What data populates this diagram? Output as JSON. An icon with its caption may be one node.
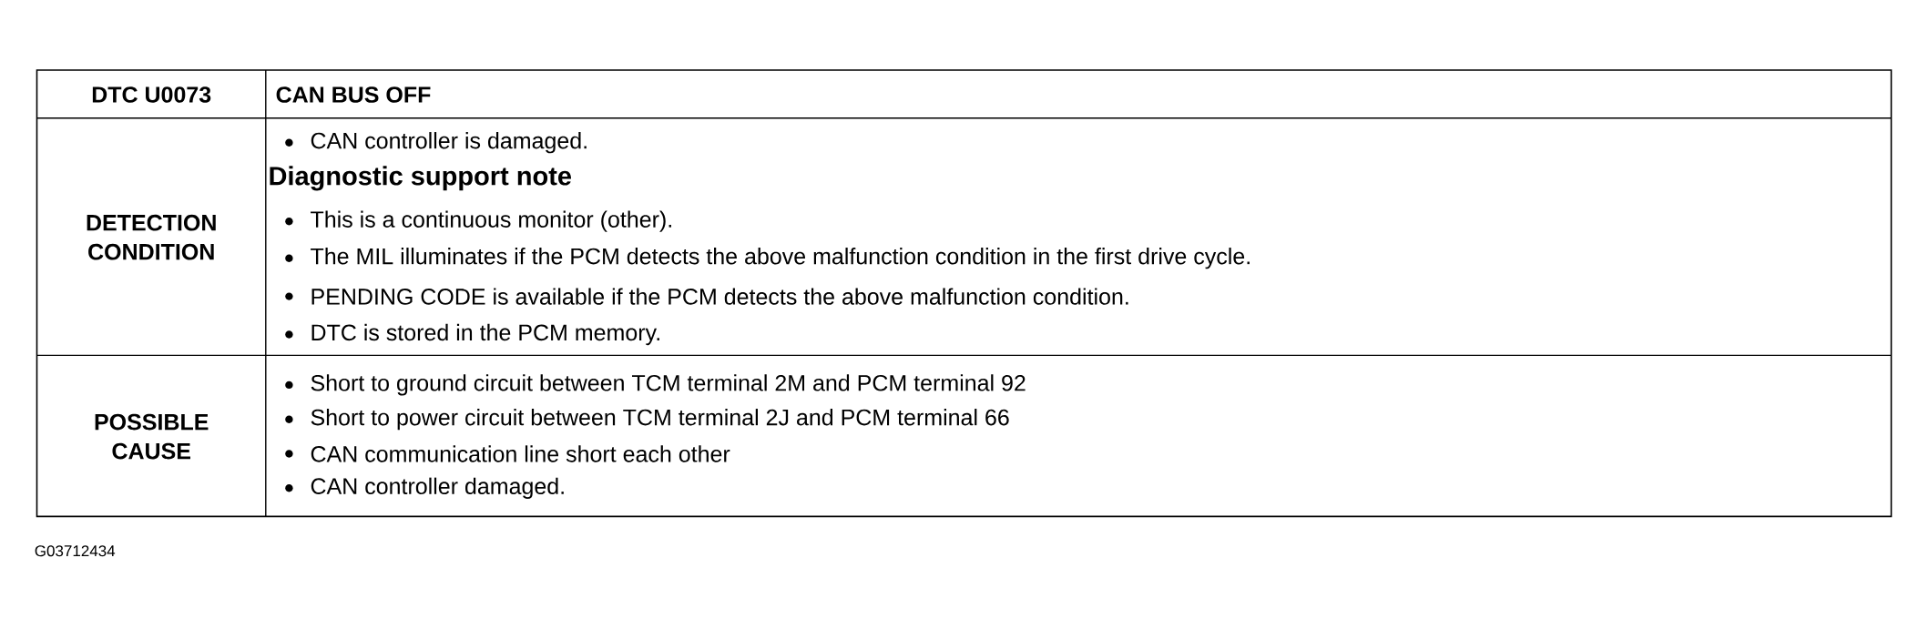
{
  "diagram": {
    "labels": [
      "DTC U0073",
      "CAN BUS OFF",
      "DETECTION CONDITION",
      "CAN controller is damaged.",
      "Diagnostic support note",
      "This is a continuous monitor (other).",
      "The MIL illuminates if the PCM detects the above malfunction condition in the first drive cycle.",
      "PENDING CODE is available if the PCM detects the above malfunction condition.",
      "DTC is stored in the PCM memory.",
      "POSSIBLE CAUSE",
      "Short to ground circuit between TCM terminal 2M and PCM terminal 92",
      "Short to power circuit between TCM terminal 2J and PCM terminal 66",
      "CAN communication line short each other",
      "CAN controller damaged.",
      "G03712434"
    ]
  }
}
